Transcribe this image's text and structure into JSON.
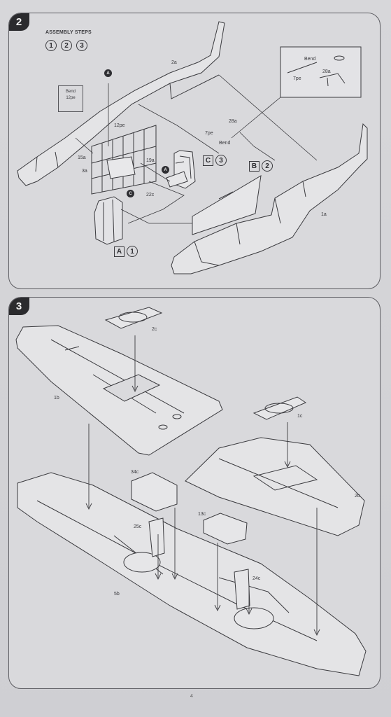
{
  "step2": {
    "number": "2",
    "assembly_title": "ASSEMBLY STEPS",
    "sub_steps": [
      "1",
      "2",
      "3"
    ],
    "parts": {
      "p2a": "2a",
      "p12pe": "12pe",
      "p15a": "15a",
      "p3a": "3a",
      "p19a": "19a",
      "p22c": "22c",
      "p28a": "28a",
      "p7pe": "7pe",
      "p1a": "1a",
      "p28a_inset": "28a",
      "p7pe_inset": "7pe"
    },
    "bend_text": "Bend",
    "bend_box_part": "12pe",
    "ref_markers": {
      "a1": "A",
      "a2": "A",
      "c1": "C"
    },
    "sub_assemblies": {
      "c_letter": "C",
      "c_num": "3",
      "b_letter": "B",
      "b_num": "2",
      "a_letter": "A",
      "a_num": "1"
    }
  },
  "step3": {
    "number": "3",
    "parts": {
      "p2c": "2c",
      "p1b": "1b",
      "p1c": "1c",
      "p2b": "2b",
      "p34c": "34c",
      "p25c": "25c",
      "p13c": "13c",
      "p24c": "24c",
      "p5b": "5b"
    }
  },
  "footer": {
    "page_number": "4"
  }
}
